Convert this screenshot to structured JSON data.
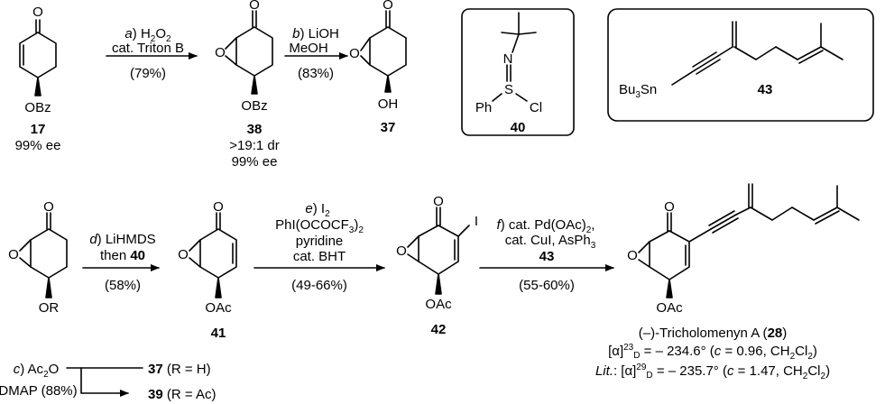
{
  "top_row": {
    "c17": {
      "number": "17",
      "ee": "99% ee",
      "substituent": "OBz"
    },
    "step_a": {
      "letter": "a",
      "line1_rest": "H",
      "line1_sub": "2",
      "line1_o": "O",
      "line1_sub2": "2",
      "line2": "cat. Triton B",
      "yield": "(79%)"
    },
    "c38": {
      "number": "38",
      "dr": ">19:1 dr",
      "ee": "99% ee",
      "substituent": "OBz",
      "epoxide_o": "O"
    },
    "step_b": {
      "letter": "b",
      "line1_rest": "LiOH",
      "line2": "MeOH",
      "yield": "(83%)"
    },
    "c37": {
      "number": "37",
      "substituent": "OH",
      "epoxide_o": "O"
    },
    "c40": {
      "number": "40",
      "n": "N",
      "s": "S",
      "ph": "Ph",
      "cl": "Cl"
    },
    "c43": {
      "number": "43",
      "bu": "Bu",
      "bu_sub": "3",
      "sn": "Sn"
    }
  },
  "bottom_row": {
    "sm": {
      "epoxide_o": "O",
      "substituent": "OR"
    },
    "step_d": {
      "letter": "d",
      "line1_rest": "LiHMDS",
      "line2_pre": "then ",
      "line2_num": "40",
      "yield": "(58%)"
    },
    "c41": {
      "number": "41",
      "substituent": "OAc",
      "epoxide_o": "O"
    },
    "step_e": {
      "letter": "e",
      "line1_rest": "I",
      "line1_sub": "2",
      "line2": "PhI(OCOCF",
      "line2_sub": "3",
      "line2_end": ")",
      "line2_sub2": "2",
      "line3": "pyridine",
      "line4": "cat. BHT",
      "yield": "(49-66%)"
    },
    "c42": {
      "number": "42",
      "substituent": "OAc",
      "epoxide_o": "O",
      "iodo": "I"
    },
    "step_f": {
      "letter": "f",
      "line1_rest": "cat. Pd(OAc)",
      "line1_sub": "2",
      "line1_end": ",",
      "line2": "cat. CuI, AsPh",
      "line2_sub": "3",
      "line3": "43",
      "yield": "(55-60%)"
    },
    "c28": {
      "epoxide_o": "O",
      "substituent": "OAc",
      "name_pre": "(–)-Tricholomenyn A (",
      "name_num": "28",
      "name_post": ")",
      "rot1_a": "[α]",
      "rot1_sup": "23",
      "rot1_sub": "D",
      "rot1_val": " = – 234.6° (",
      "rot1_c": "c",
      "rot1_rest": " = 0.96, CH",
      "rot1_sub2": "2",
      "rot1_cl": "Cl",
      "rot1_sub3": "2",
      "rot1_end": ")",
      "rot2_lit": "Lit.",
      "rot2_colon": ": [α]",
      "rot2_sup": "29",
      "rot2_sub": "D",
      "rot2_val": " = – 235.7° (",
      "rot2_c": "c",
      "rot2_rest": " = 1.47, CH",
      "rot2_sub2": "2",
      "rot2_cl": "Cl",
      "rot2_sub3": "2",
      "rot2_end": ")"
    },
    "step_c": {
      "letter": "c",
      "line1_rest": "Ac",
      "line1_sub": "2",
      "line1_o": "O",
      "line2": "DMAP (88%)"
    },
    "c37b": {
      "number": "37",
      "label": " (R = H)"
    },
    "c39": {
      "number": "39",
      "label": " (R = Ac)"
    }
  }
}
